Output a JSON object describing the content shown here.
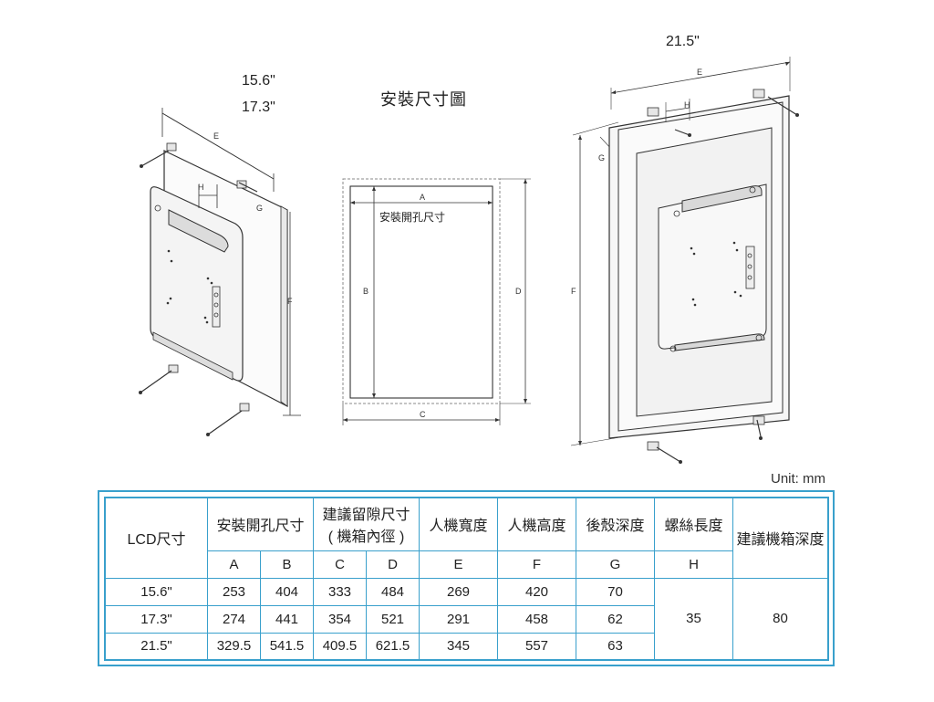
{
  "labels": {
    "size_left_1": "15.6\"",
    "size_left_2": "17.3\"",
    "size_right": "21.5\"",
    "center_title": "安裝尺寸圖",
    "cutout_label": "安裝開孔尺寸",
    "unit": "Unit: mm"
  },
  "dim_letters": {
    "a": "A",
    "b": "B",
    "c": "C",
    "d": "D",
    "e": "E",
    "f": "F",
    "g": "G",
    "h": "H"
  },
  "table": {
    "headers": {
      "lcd": "LCD尺寸",
      "cutout": "安裝開孔尺寸",
      "clearance_line1": "建議留隙尺寸",
      "clearance_line2": "( 機箱內徑 )",
      "width": "人機寬度",
      "height": "人機高度",
      "depth": "後殼深度",
      "screw": "螺絲長度",
      "box_depth": "建議機箱深度"
    },
    "subheaders": [
      "A",
      "B",
      "C",
      "D",
      "E",
      "F",
      "G",
      "H"
    ],
    "rows": [
      {
        "lcd": "15.6\"",
        "a": "253",
        "b": "404",
        "c": "333",
        "d": "484",
        "e": "269",
        "f": "420",
        "g": "70"
      },
      {
        "lcd": "17.3\"",
        "a": "274",
        "b": "441",
        "c": "354",
        "d": "521",
        "e": "291",
        "f": "458",
        "g": "62"
      },
      {
        "lcd": "21.5\"",
        "a": "329.5",
        "b": "541.5",
        "c": "409.5",
        "d": "621.5",
        "e": "345",
        "f": "557",
        "g": "63"
      }
    ],
    "screw_length": "35",
    "box_depth_value": "80"
  },
  "colors": {
    "table_border": "#39a0cc",
    "line": "#333333",
    "dashed": "#888888"
  }
}
